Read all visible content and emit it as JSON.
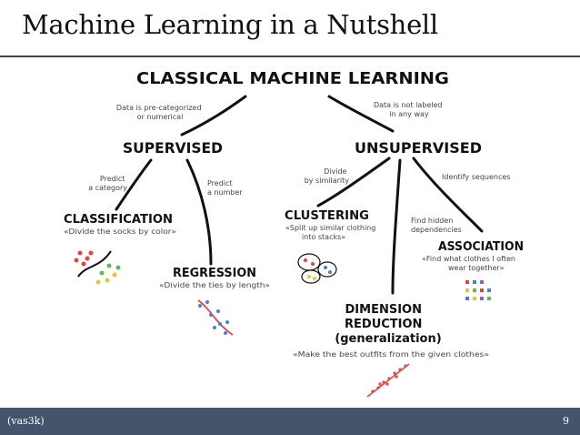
{
  "slide": {
    "title": "Machine Learning in a Nutshell"
  },
  "diagram": {
    "root": "CLASSICAL MACHINE LEARNING",
    "edge_left": [
      "Data is pre-categorized",
      "or numerical"
    ],
    "edge_right": [
      "Data is not labeled",
      "in any way"
    ],
    "supervised": {
      "title": "SUPERVISED",
      "edge_classification": [
        "Predict",
        "a category"
      ],
      "edge_regression": [
        "Predict",
        "a number"
      ],
      "classification": {
        "title": "CLASSIFICATION",
        "note": "«Divide the socks by color»"
      },
      "regression": {
        "title": "REGRESSION",
        "note": "«Divide the ties by length»"
      }
    },
    "unsupervised": {
      "title": "UNSUPERVISED",
      "edge_clustering": [
        "Divide",
        "by similarity"
      ],
      "edge_association": "Identify sequences",
      "edge_dimension": [
        "Find hidden",
        "dependencies"
      ],
      "clustering": {
        "title": "CLUSTERING",
        "note": [
          "«Split up similar clothing",
          "into stacks»"
        ]
      },
      "association": {
        "title": "ASSOCIATION",
        "note": [
          "«Find what clothes I often",
          "wear together»"
        ]
      },
      "dimension": {
        "title": [
          "DIMENSION",
          "REDUCTION",
          "(generalization)"
        ],
        "note": "«Make the best outfits from the given clothes»"
      }
    }
  },
  "footer": {
    "source": "(vas3k)",
    "page": "9"
  },
  "colors": {
    "footer_bg": "#44546a",
    "ink": "#111111",
    "red_dots": "#e0443c",
    "green_dots": "#5fb85a",
    "yellow_dots": "#e8c33a",
    "blue_dots": "#4a7fd4",
    "purple_dots": "#9a5bc7"
  }
}
